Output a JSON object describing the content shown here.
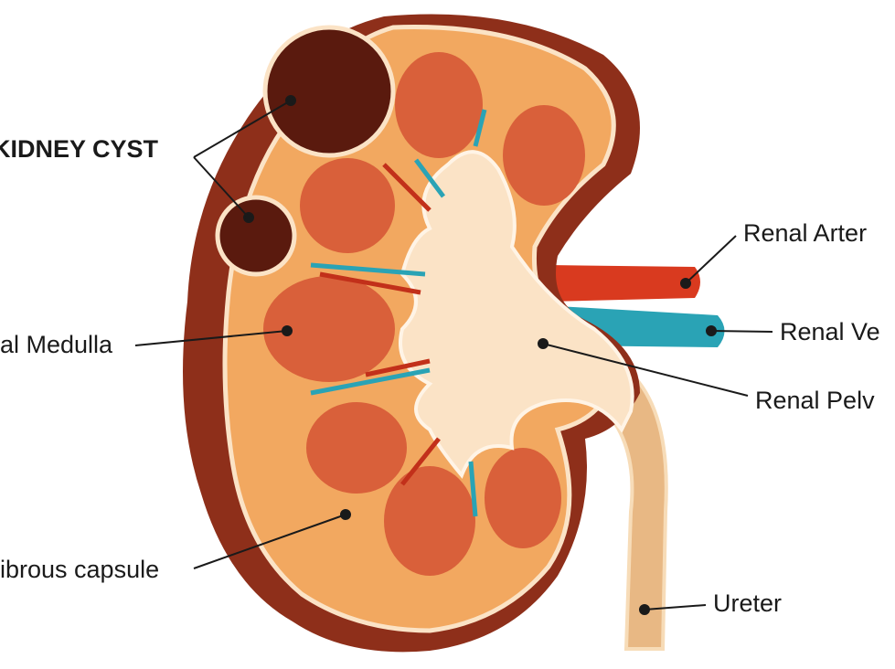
{
  "labels": {
    "kidney_cyst": "KIDNEY CYST",
    "renal_artery": "Renal Arter",
    "renal_vein": "Renal Ve",
    "renal_medulla": "al Medulla",
    "renal_pelvis": "Renal Pelv",
    "fibrous_capsule": "ibrous capsule",
    "ureter": "Ureter"
  },
  "colors": {
    "capsule": "#8e2f1a",
    "cortex": "#f2a860",
    "pyramid": "#d9603a",
    "pelvis": "#fbe3c6",
    "cyst": "#5a1a0e",
    "artery": "#d93a1f",
    "vein": "#2aa3b5",
    "ureter": "#e8b884"
  }
}
